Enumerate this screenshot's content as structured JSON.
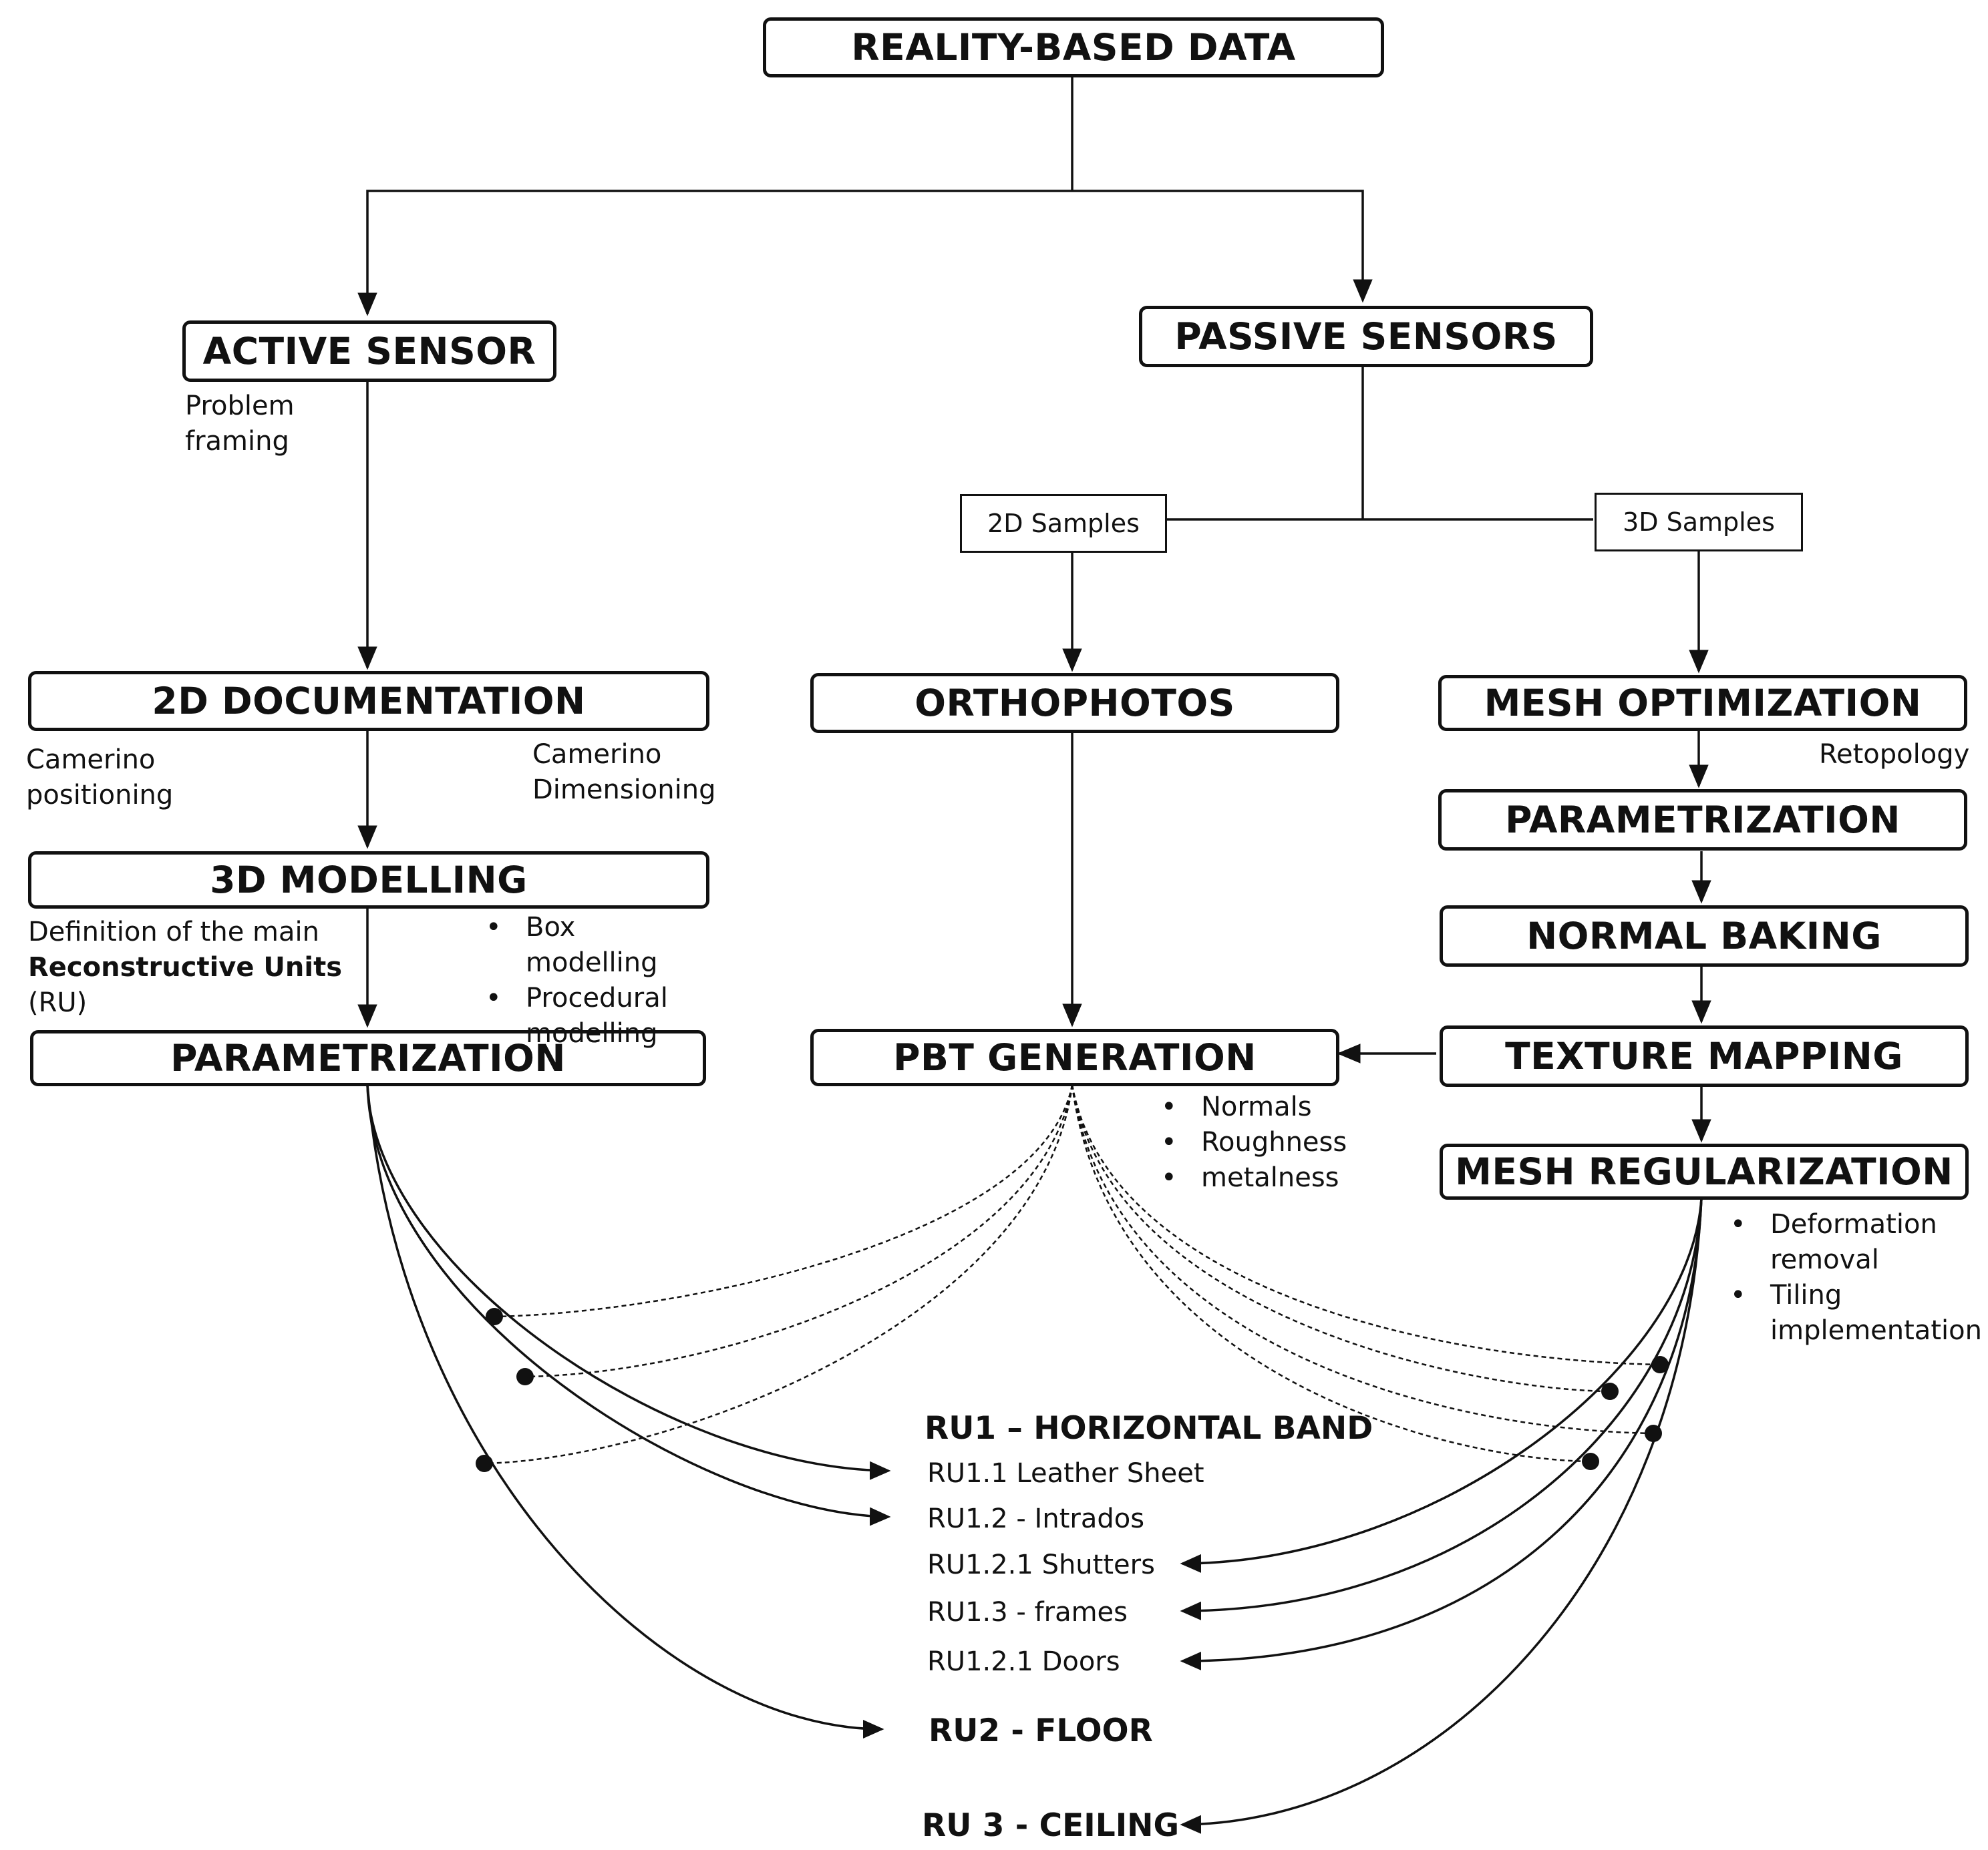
{
  "boxes": {
    "reality": "REALITY-BASED DATA",
    "active": "ACTIVE SENSOR",
    "passive": "PASSIVE SENSORS",
    "doc2d": "2D DOCUMENTATION",
    "modelling3d": "3D MODELLING",
    "param_left": "PARAMETRIZATION",
    "ortho": "ORTHOPHOTOS",
    "pbt": "PBT GENERATION",
    "mesh_opt": "MESH OPTIMIZATION",
    "param_right": "PARAMETRIZATION",
    "normal_baking": "NORMAL BAKING",
    "texture_mapping": "TEXTURE MAPPING",
    "mesh_reg": "MESH REGULARIZATION"
  },
  "samples": {
    "s2d": "2D Samples",
    "s3d": "3D Samples"
  },
  "notes": {
    "problem_framing": [
      "Problem",
      "framing"
    ],
    "camerino_positioning": [
      "Camerino",
      "positioning"
    ],
    "camerino_dimensioning": [
      "Camerino",
      "Dimensioning"
    ],
    "definition": {
      "line1": "Definition of the main",
      "line2_bold": "Reconstructive Units",
      "line3": "(RU)"
    },
    "retopology": "Retopology"
  },
  "bullets": {
    "modelling": [
      "Box modelling",
      "Procedural modelling"
    ],
    "pbt_maps": [
      "Normals",
      "Roughness",
      "metalness"
    ],
    "regularization": [
      "Deformation removal",
      "Tiling implementation"
    ]
  },
  "ru": {
    "ru1_heading": "RU1 – HORIZONTAL  BAND",
    "ru1_1": "RU1.1 Leather Sheet",
    "ru1_2": "RU1.2 - Intrados",
    "ru1_2_1a": "RU1.2.1 Shutters",
    "ru1_3": "RU1.3 - frames",
    "ru1_2_1b": "RU1.2.1 Doors",
    "ru2": "RU2 - FLOOR",
    "ru3": "RU 3 - CEILING"
  }
}
